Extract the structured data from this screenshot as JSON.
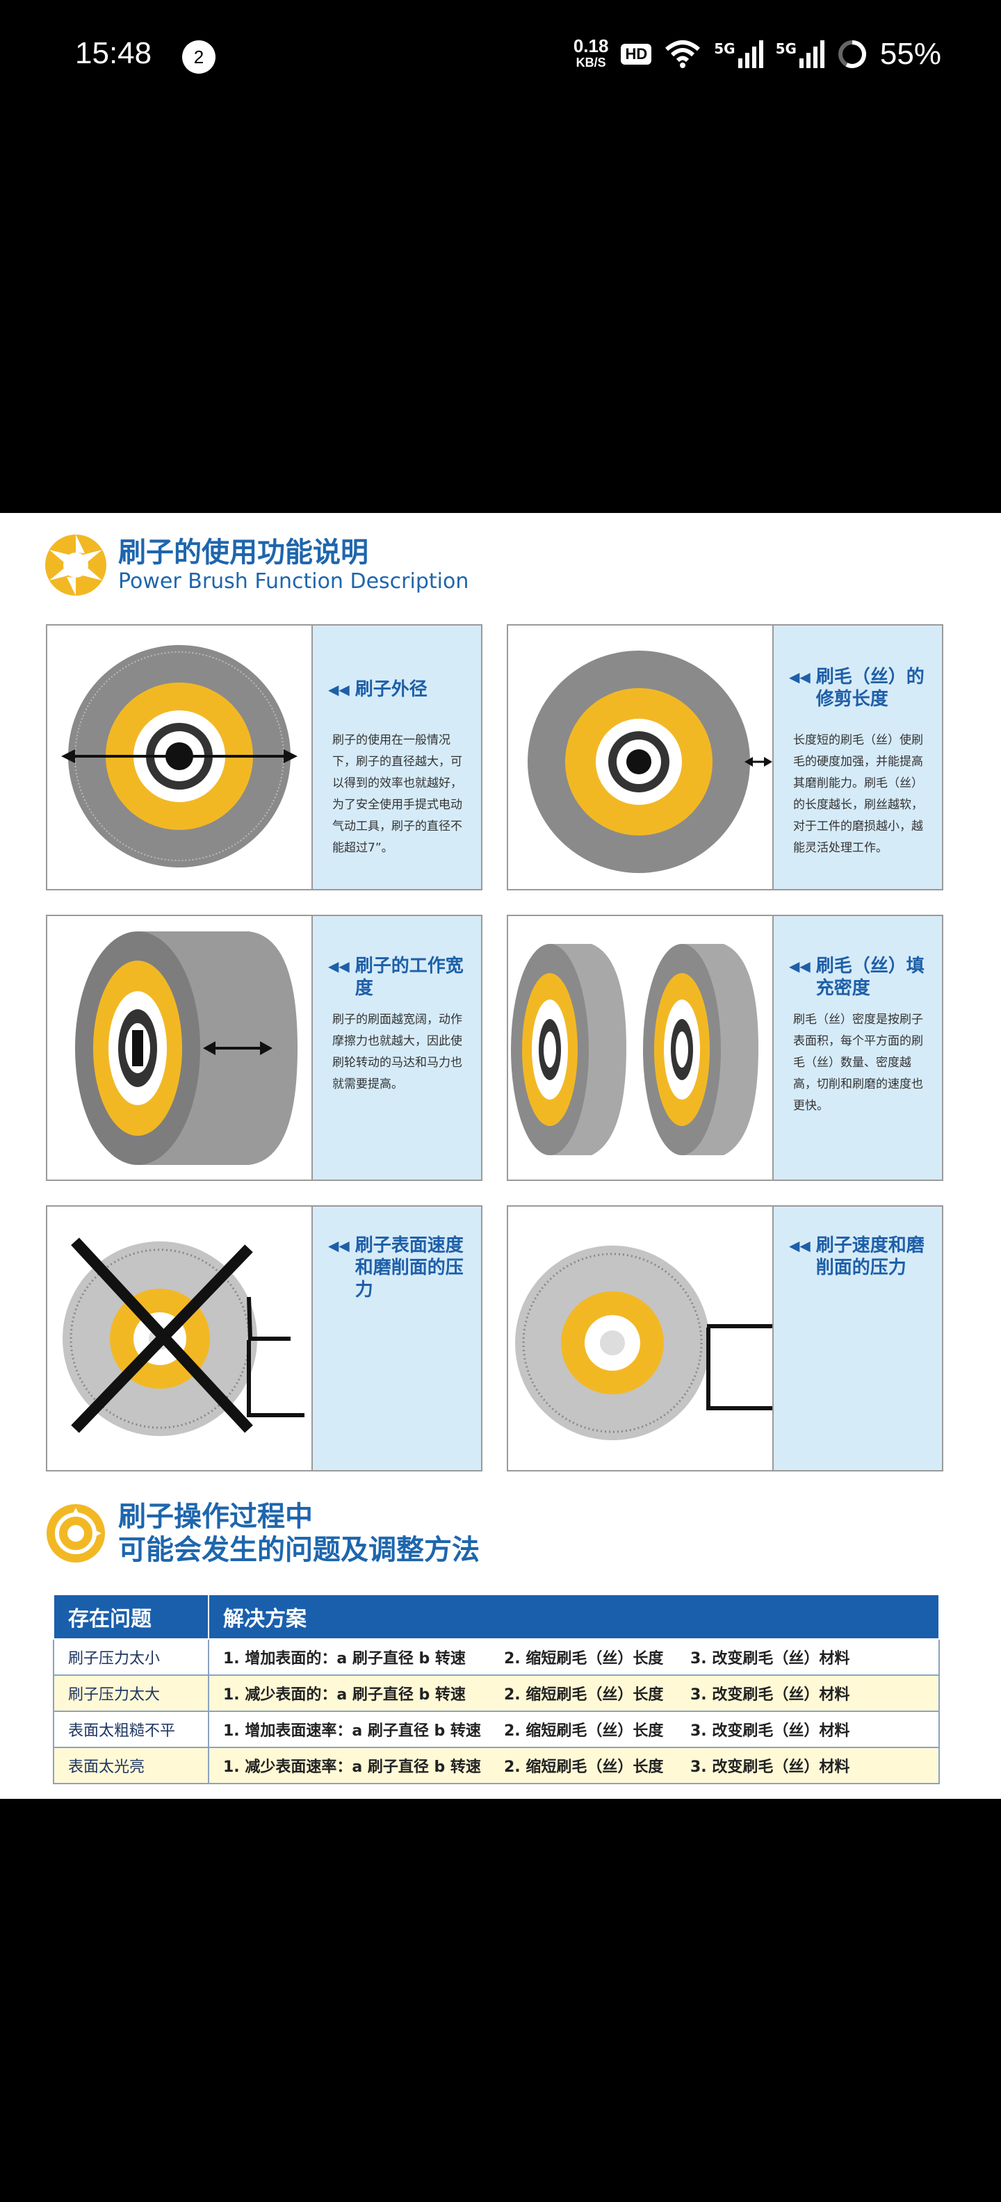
{
  "status_bar": {
    "time": "15:48",
    "notification_count": "2",
    "net_speed": "0.18",
    "net_unit": "KB/S",
    "hd_label": "HD",
    "signal1_label": "5G",
    "signal2_label": "5G",
    "battery": "55%"
  },
  "section1": {
    "title": "刷子的使用功能说明",
    "subtitle": "Power Brush Function Description"
  },
  "panels": [
    {
      "title": "刷子外径",
      "text": "刷子的使用在一般情况下，刷子的直径越大，可以得到的效率也就越好，为了安全使用手提式电动气动工具，刷子的直径不能超过7”。"
    },
    {
      "title": "刷毛（丝）的修剪长度",
      "text": "长度短的刷毛（丝）使刷毛的硬度加强，并能提高其磨削能力。刷毛（丝）的长度越长，刷丝越软，对于工件的磨损越小，越能灵活处理工作。"
    },
    {
      "title": "刷子的工作宽度",
      "text": "刷子的刷面越宽阔，动作摩擦力也就越大，因此使刷轮转动的马达和马力也就需要提高。"
    },
    {
      "title": "刷毛（丝）填充密度",
      "text": "刷毛（丝）密度是按刷子表面积，每个平方面的刷毛（丝）数量、密度越高，切削和刷磨的速度也更快。"
    },
    {
      "title": "刷子表面速度和磨削面的压力",
      "text": ""
    },
    {
      "title": "刷子速度和磨削面的压力",
      "text": ""
    }
  ],
  "section2": {
    "title_line1": "刷子操作过程中",
    "title_line2": "可能会发生的问题及调整方法"
  },
  "table": {
    "header_problem": "存在问题",
    "header_solution": "解决方案",
    "rows": [
      {
        "problem": "刷子压力太小",
        "s1": "1. 增加表面的：a 刷子直径 b 转速",
        "s2": "2. 缩短刷毛（丝）长度",
        "s3": "3. 改变刷毛（丝）材料"
      },
      {
        "problem": "刷子压力太大",
        "s1": "1. 减少表面的：a 刷子直径 b 转速",
        "s2": "2. 缩短刷毛（丝）长度",
        "s3": "3. 改变刷毛（丝）材料"
      },
      {
        "problem": "表面太粗糙不平",
        "s1": "1. 增加表面速率：a 刷子直径 b 转速",
        "s2": "2. 缩短刷毛（丝）长度",
        "s3": "3. 改变刷毛（丝）材料"
      },
      {
        "problem": "表面太光亮",
        "s1": "1. 减少表面速率：a 刷子直径 b 转速",
        "s2": "2. 缩短刷毛（丝）长度",
        "s3": "3. 改变刷毛（丝）材料"
      }
    ]
  },
  "colors": {
    "accent_blue": "#1e66ad",
    "brush_yellow": "#f2b824",
    "panel_blue": "#d6ebf8"
  }
}
